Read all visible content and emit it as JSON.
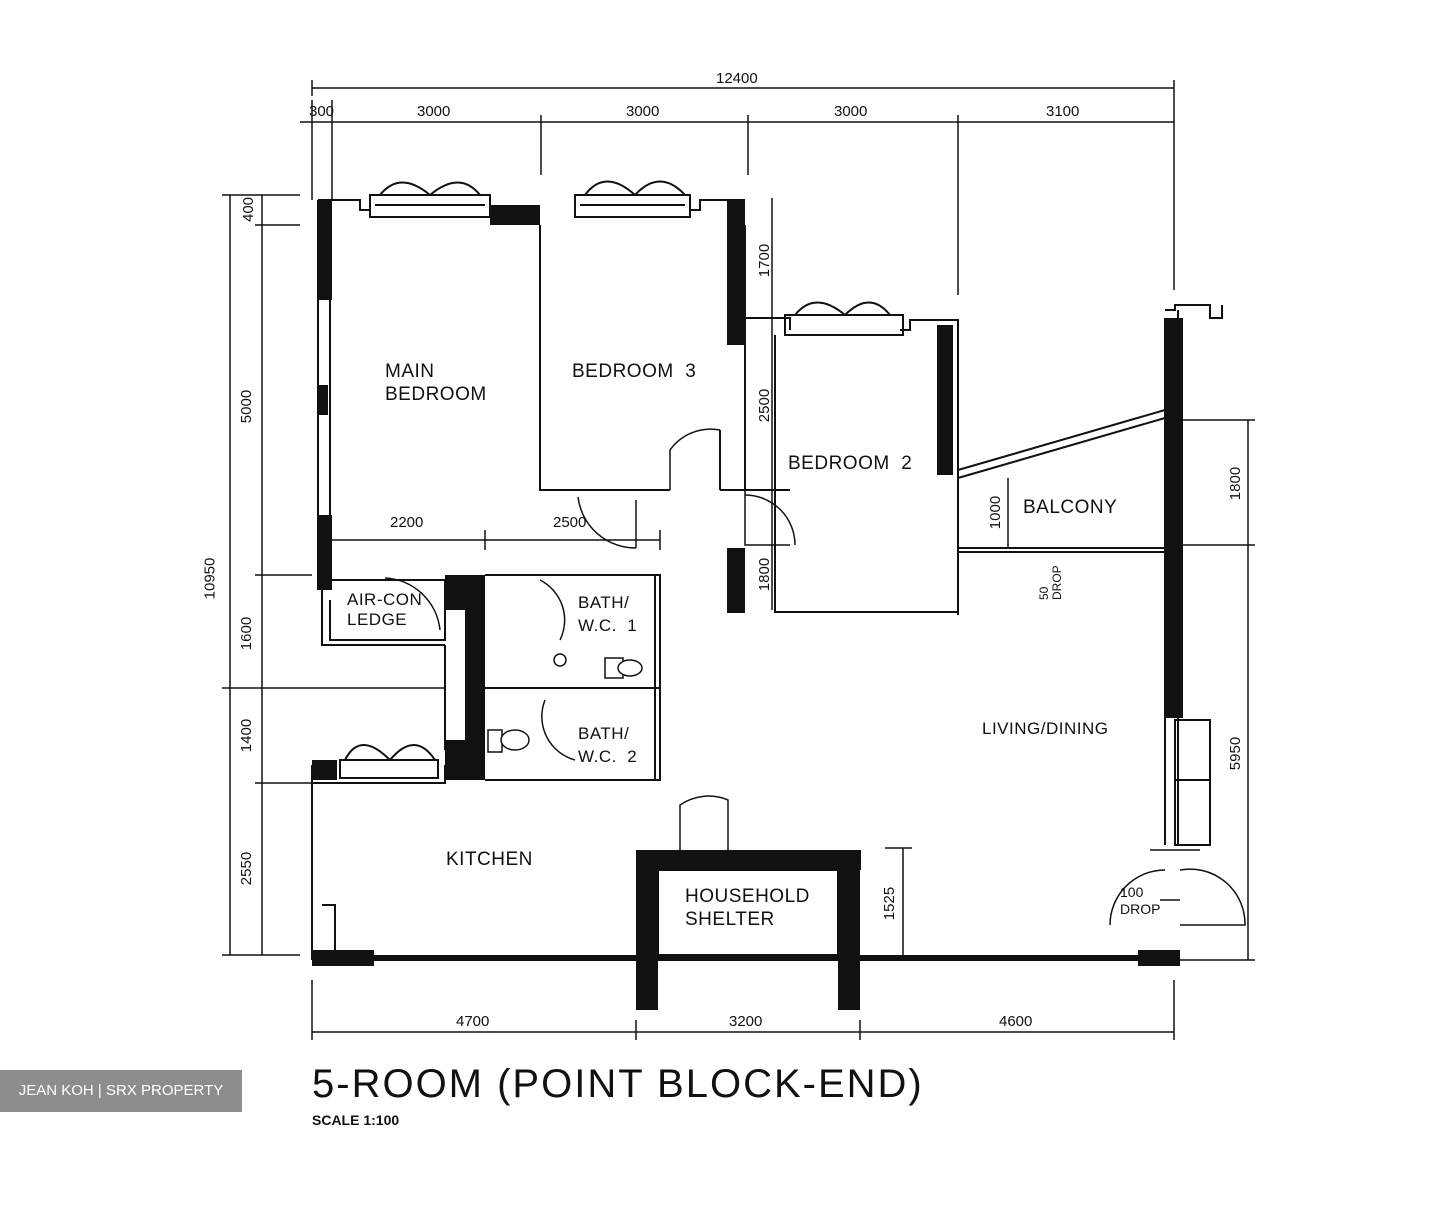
{
  "rooms": {
    "main_bedroom": "MAIN\nBEDROOM",
    "bedroom_3": "BEDROOM  3",
    "bedroom_2": "BEDROOM  2",
    "balcony": "BALCONY",
    "aircon_ledge": "AIR-CON\nLEDGE",
    "bath_wc_1": "BATH/\nW.C.  1",
    "bath_wc_2": "BATH/\nW.C.  2",
    "living_dining": "LIVING/DINING",
    "kitchen": "KITCHEN",
    "household_shelter": "HOUSEHOLD\nSHELTER"
  },
  "dimensions": {
    "overall_width": "12400",
    "top_300": "300",
    "top_3000_a": "3000",
    "top_3000_b": "3000",
    "top_3000_c": "3000",
    "top_3100": "3100",
    "left_overall": "10950",
    "left_400": "400",
    "left_5000": "5000",
    "left_1600": "1600",
    "left_1400": "1400",
    "left_2550": "2550",
    "inner_2200": "2200",
    "inner_2500_h": "2500",
    "inner_1700": "1700",
    "inner_2500_v": "2500",
    "inner_1800_bed2": "1800",
    "balcony_1000": "1000",
    "balcony_drop": "50\nDROP",
    "right_1800": "1800",
    "right_5950": "5950",
    "shelter_1525": "1525",
    "entry_drop": "100\nDROP",
    "bottom_4700": "4700",
    "bottom_3200": "3200",
    "bottom_4600": "4600"
  },
  "title": "5-ROOM (POINT BLOCK-END)",
  "scale": "SCALE   1:100",
  "watermark": "JEAN KOH | SRX PROPERTY"
}
